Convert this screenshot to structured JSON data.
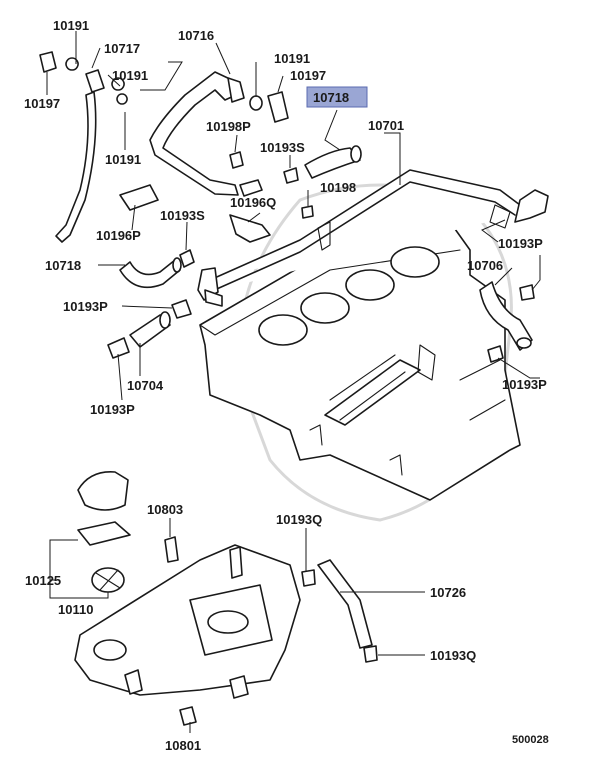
{
  "diagram": {
    "highlight_color": "#9aa6d4",
    "code": "500028",
    "labels": {
      "p10191_a": "10191",
      "p10717": "10717",
      "p10197_a": "10197",
      "p10191_b": "10191",
      "p10191_c": "10191",
      "p10716": "10716",
      "p10191_d": "10191",
      "p10197_b": "10197",
      "p10718_hl": "10718",
      "p10198P": "10198P",
      "p10701": "10701",
      "p10193S_a": "10193S",
      "p10198": "10198",
      "p10196Q": "10196Q",
      "p10196P": "10196P",
      "p10193S_b": "10193S",
      "p10718": "10718",
      "p10193P_a": "10193P",
      "p10706": "10706",
      "p10193P_b": "10193P",
      "p10704": "10704",
      "p10193P_c": "10193P",
      "p10193P_d": "10193P",
      "p10803": "10803",
      "p10193Q_a": "10193Q",
      "p10125": "10125",
      "p10110": "10110",
      "p10726": "10726",
      "p10193Q_b": "10193Q",
      "p10801": "10801"
    }
  }
}
